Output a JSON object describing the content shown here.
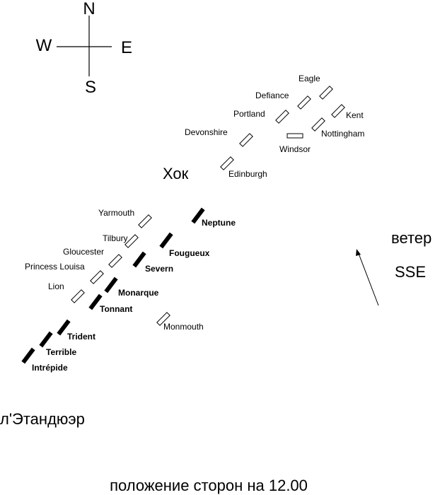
{
  "compass": {
    "n": "N",
    "s": "S",
    "e": "E",
    "w": "W"
  },
  "british_fleet": {
    "commander": "Хок",
    "ships": [
      "Eagle",
      "Defiance",
      "Portland",
      "Kent",
      "Devonshire",
      "Nottingham",
      "Windsor",
      "Edinburgh",
      "Yarmouth",
      "Tilbury",
      "Gloucester",
      "Princess Louisa",
      "Lion",
      "Monmouth"
    ]
  },
  "french_fleet": {
    "commander": "л'Этандюэр",
    "ships": [
      "Neptune",
      "Fougueux",
      "Severn",
      "Monarque",
      "Tonnant",
      "Trident",
      "Terrible",
      "Intrépide"
    ]
  },
  "wind": {
    "label": "ветер",
    "direction": "SSE"
  },
  "caption": "положение сторон на 12.00",
  "colors": {
    "ink": "#000000",
    "british_fill": "#ffffff",
    "french_fill": "#000000"
  }
}
